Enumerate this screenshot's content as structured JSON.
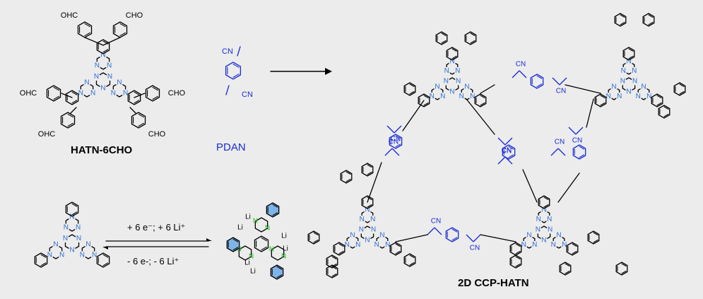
{
  "labels": {
    "monomer": "HATN-6CHO",
    "linker": "PDAN",
    "product": "2D CCP-HATN",
    "reduction": "+ 6 e⁻; + 6 Li⁺",
    "oxidation": "- 6 e-; - 6 Li⁺",
    "cho_groups": [
      "OHC",
      "CHO",
      "OHC",
      "CHO",
      "OHC",
      "CHO"
    ],
    "cn_groups": [
      "CN",
      "CN"
    ],
    "atom_N": "N",
    "atom_Li": "Li"
  },
  "colors": {
    "background": "#ececec",
    "linker": "#1a2bd4",
    "nitrogen": "#2a6fd6",
    "lithiated_N": "#22c322",
    "lithiated_ring": "#7fb4e8",
    "bond": "#000000"
  }
}
